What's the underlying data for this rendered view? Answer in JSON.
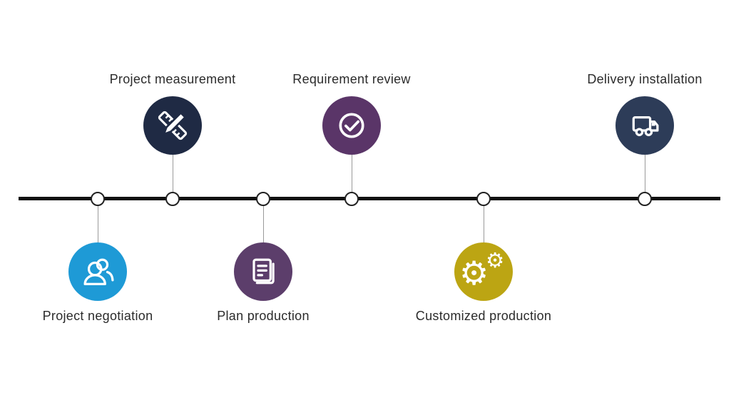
{
  "diagram": {
    "type": "process-timeline",
    "line_color": "#111111",
    "connector_color": "#9a9a9a",
    "marker_fill": "#ffffff",
    "marker_border": "#222222",
    "label_color": "#2b2b2b",
    "background": "#ffffff"
  },
  "gear_glyph": "⚙",
  "nodes": [
    {
      "label": "Project negotiation",
      "side": "below",
      "color": "#1E9AD6",
      "icon": "people-icon"
    },
    {
      "label": "Project measurement",
      "side": "above",
      "color": "#1F2A44",
      "icon": "ruler-pencil-icon"
    },
    {
      "label": "Plan production",
      "side": "below",
      "color": "#5C3E6B",
      "icon": "document-icon"
    },
    {
      "label": "Requirement review",
      "side": "above",
      "color": "#5A3568",
      "icon": "check-circle-icon"
    },
    {
      "label": "Customized production",
      "side": "below",
      "color": "#BCA513",
      "icon": "gears-icon"
    },
    {
      "label": "Delivery installation",
      "side": "above",
      "color": "#2D3C58",
      "icon": "truck-icon"
    }
  ]
}
